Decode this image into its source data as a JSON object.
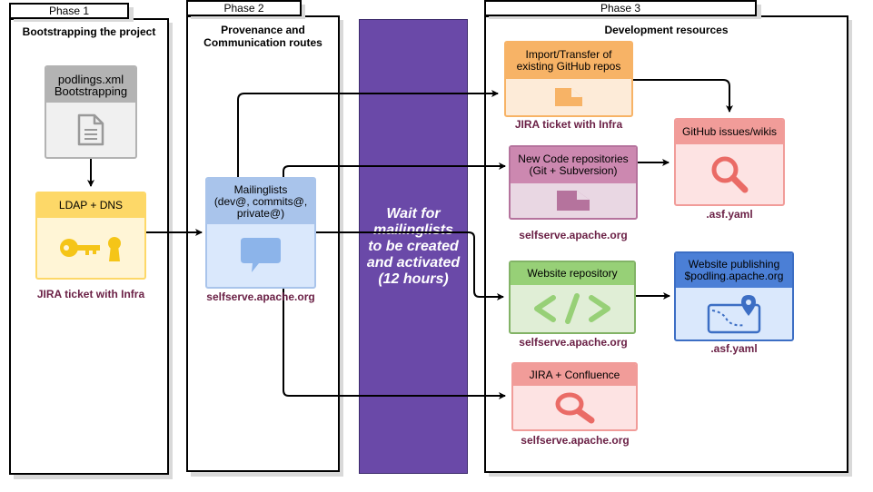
{
  "phases": [
    {
      "tab": "Phase 1",
      "title": "Bootstrapping the project"
    },
    {
      "tab": "Phase 2",
      "title_lines": [
        "Provenance and",
        "Communication routes"
      ]
    },
    {
      "tab": "Phase 3",
      "title": "Development resources"
    }
  ],
  "wait": {
    "lines": [
      "Wait for",
      "mailinglists",
      "to be created",
      "and activated",
      "(12 hours)"
    ]
  },
  "cards": {
    "podlings": {
      "lines": [
        "podlings.xml",
        "Bootstrapping"
      ],
      "icon": "document-icon"
    },
    "ldap": {
      "lines": [
        "LDAP + DNS"
      ],
      "icon": "key-icon",
      "sub": "JIRA ticket with Infra"
    },
    "mailinglists": {
      "lines": [
        "Mailinglists",
        "(dev@, commits@,",
        "private@)"
      ],
      "icon": "speech-bubble-icon",
      "sub": "selfserve.apache.org"
    },
    "import": {
      "lines": [
        "Import/Transfer of",
        "existing GitHub repos"
      ],
      "icon": "document-icon",
      "sub": "JIRA ticket with Infra"
    },
    "newcode": {
      "lines": [
        "New Code repositories",
        "(Git + Subversion)"
      ],
      "icon": "document-icon",
      "sub": "selfserve.apache.org"
    },
    "github": {
      "lines": [
        "GitHub issues/wikis"
      ],
      "icon": "magnifier-icon",
      "sub": ".asf.yaml"
    },
    "website": {
      "lines": [
        "Website repository"
      ],
      "icon": "code-icon",
      "sub": "selfserve.apache.org"
    },
    "publishing": {
      "lines": [
        "Website publishing",
        "$podling.apache.org"
      ],
      "icon": "map-pin-icon",
      "sub": ".asf.yaml"
    },
    "jira": {
      "lines": [
        "JIRA + Confluence"
      ],
      "icon": "magnifier-icon",
      "sub": "selfserve.apache.org"
    }
  },
  "colors": {
    "wait_bg": "#6a49a8",
    "gray": "#b3b3b3",
    "yellow": "#fdd868",
    "blue": "#a9c4eb",
    "orange": "#f7b366",
    "purple": "#cc88b0",
    "red": "#f19c99",
    "green": "#97d077",
    "darkblue": "#4b7fd6",
    "sub_text": "#6b2146"
  }
}
